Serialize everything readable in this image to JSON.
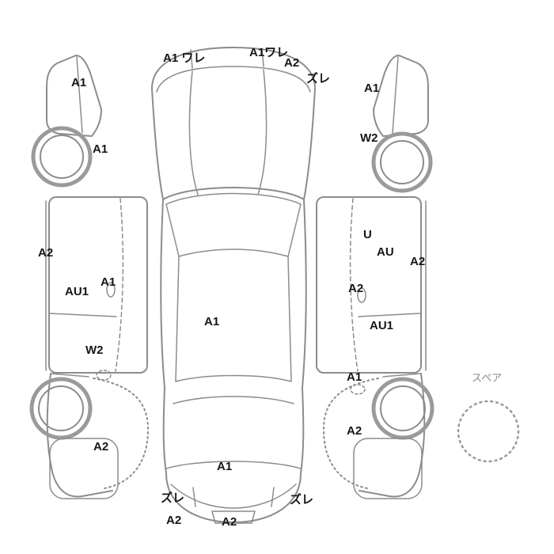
{
  "diagram": {
    "type": "vehicle-inspection-damage-diagram",
    "line_color": "#8c8c8c",
    "text_color": "#161616",
    "labels": {
      "front_bumper_left": {
        "text": "A1 ワレ"
      },
      "front_bumper_right": {
        "text": "A1ワレ"
      },
      "front_right_corner": {
        "text": "A2"
      },
      "front_right_slip": {
        "text": "ズレ"
      },
      "left_front_pillar": {
        "text": "A1"
      },
      "right_front_pillar": {
        "text": "A1"
      },
      "left_front_wheel_area": {
        "text": "A1"
      },
      "right_front_fender": {
        "text": "W2"
      },
      "left_rocker": {
        "text": "A2"
      },
      "right_door_u": {
        "text": "U"
      },
      "right_door_au": {
        "text": "AU"
      },
      "right_rocker": {
        "text": "A2"
      },
      "left_front_door": {
        "text": "AU1"
      },
      "left_front_door_a1": {
        "text": "A1"
      },
      "right_front_door_a2": {
        "text": "A2"
      },
      "roof_center": {
        "text": "A1"
      },
      "right_rear_door": {
        "text": "AU1"
      },
      "left_rear_door": {
        "text": "W2"
      },
      "right_rear_quarter": {
        "text": "A1"
      },
      "left_rear_fender": {
        "text": "A2"
      },
      "right_rear_fender": {
        "text": "A2"
      },
      "trunk": {
        "text": "A1"
      },
      "rear_bumper_left_slip": {
        "text": "ズレ"
      },
      "rear_bumper_right_slip": {
        "text": "ズレ"
      },
      "rear_bumper_lower_left": {
        "text": "A2"
      },
      "rear_bumper_lower_center": {
        "text": "A2"
      },
      "spare": {
        "text": "スペア"
      }
    }
  }
}
